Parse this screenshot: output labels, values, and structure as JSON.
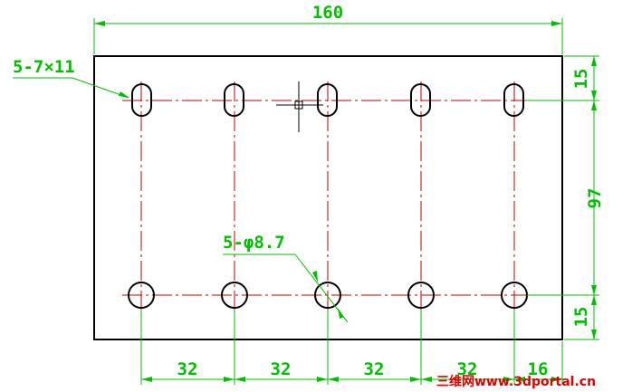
{
  "drawing": {
    "overall_width_label": "160",
    "height_label": "97",
    "top_offset_label": "15",
    "bottom_offset_label": "15",
    "slot_callout": "5-7×11",
    "hole_callout": "5-φ8.7",
    "pitch_labels": [
      "32",
      "32",
      "32",
      "32"
    ],
    "edge_offset_label": "16"
  },
  "colors": {
    "outline": "#000000",
    "dimension": "#00c000",
    "centerline": "#c00000",
    "watermark": "#e00000"
  },
  "watermark": {
    "text": "三维网www.3dportal.cn"
  }
}
